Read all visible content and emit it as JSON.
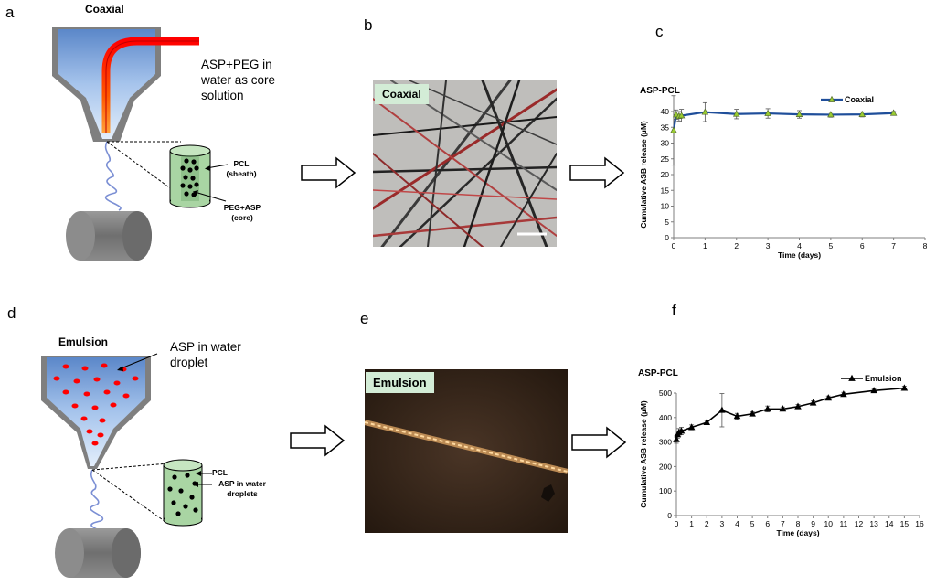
{
  "panels": {
    "a": {
      "letter": "a",
      "title": "Coaxial",
      "core_solution": [
        "ASP+PEG in",
        "water as core",
        "solution"
      ],
      "sheath_label": [
        "PCL",
        "(sheath)"
      ],
      "core_label": [
        "PEG+ASP",
        "(core)"
      ]
    },
    "b": {
      "letter": "b",
      "photo_label": "Coaxial"
    },
    "c": {
      "letter": "c"
    },
    "d": {
      "letter": "d",
      "title": "Emulsion",
      "droplet_label": [
        "ASP in water",
        "droplet"
      ],
      "pcl_label": "PCL",
      "droplets_label": [
        "ASP in water",
        "droplets"
      ]
    },
    "e": {
      "letter": "e",
      "photo_label": "Emulsion"
    },
    "f": {
      "letter": "f"
    }
  },
  "colors": {
    "nozzle_blue": "#8fb4e3",
    "nozzle_gray": "#7f7f7f",
    "fiber_green": "#a9d5a3",
    "collector_gray": "#808080",
    "line_blue": "#1f4e9a",
    "marker_green": "#9acd32",
    "droplet_red": "#ff0000"
  },
  "chart_data": [
    {
      "type": "line",
      "title": "ASP-PCL",
      "xlabel": "Time (days)",
      "ylabel": "Cumulative  ASB release (µM)",
      "xlim": [
        0,
        8
      ],
      "ylim": [
        0,
        40
      ],
      "xticks": [
        0,
        1,
        2,
        3,
        4,
        5,
        6,
        7,
        8
      ],
      "yticks": [
        0,
        5,
        10,
        15,
        20,
        25,
        30,
        35,
        40
      ],
      "legend_position": "top-right",
      "series": [
        {
          "name": "Coaxial",
          "x": [
            0,
            0.08,
            0.17,
            0.25,
            1,
            2,
            3,
            4,
            5,
            6,
            7
          ],
          "y": [
            34,
            39,
            38.5,
            38.7,
            39.8,
            39.2,
            39.4,
            39.1,
            39.0,
            39.1,
            39.5
          ],
          "err": [
            11,
            1.5,
            1.5,
            2,
            3,
            1.5,
            1.5,
            1.2,
            0.8,
            0.8,
            0.5
          ]
        }
      ]
    },
    {
      "type": "line",
      "title": "ASP-PCL",
      "xlabel": "Time (days)",
      "ylabel": "Cumulative ASB release (µM)",
      "xlim": [
        0,
        16
      ],
      "ylim": [
        0,
        500
      ],
      "xticks": [
        0,
        1,
        2,
        3,
        4,
        5,
        6,
        7,
        8,
        9,
        10,
        11,
        12,
        13,
        14,
        15,
        16
      ],
      "yticks": [
        0,
        100,
        200,
        300,
        400,
        500
      ],
      "legend_position": "top-right",
      "series": [
        {
          "name": "Emulsion",
          "x": [
            0,
            0.08,
            0.17,
            0.33,
            1,
            2,
            3,
            4,
            5,
            6,
            7,
            8,
            9,
            10,
            11,
            13,
            15
          ],
          "y": [
            310,
            330,
            340,
            345,
            360,
            380,
            430,
            405,
            415,
            435,
            435,
            445,
            460,
            480,
            495,
            510,
            520
          ],
          "err": [
            15,
            15,
            15,
            15,
            10,
            8,
            68,
            12,
            8,
            12,
            8,
            8,
            8,
            8,
            8,
            8,
            8
          ]
        }
      ]
    }
  ]
}
